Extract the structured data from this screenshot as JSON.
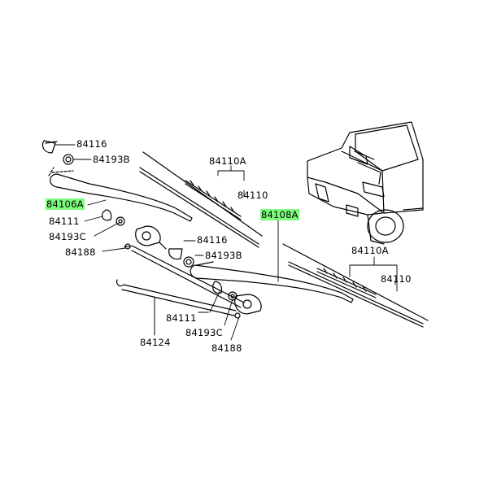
{
  "labels": {
    "l84116_top": "84116",
    "l84193b_top": "84193B",
    "l84106a": "84106A",
    "l84111_left": "84111",
    "l84193c_left": "84193C",
    "l84188_left": "84188",
    "l84110a_top": "84110A",
    "l84110_top": "84110",
    "l84108a": "84108A",
    "l84116_mid": "84116",
    "l84193b_mid": "84193B",
    "l84110a_right": "84110A",
    "l84110_right": "84110",
    "l84111_bottom": "84111",
    "l84193c_bottom": "84193C",
    "l84188_bottom": "84188",
    "l84124": "84124"
  },
  "colors": {
    "highlight": "#7CFC7C",
    "line": "#000000"
  }
}
